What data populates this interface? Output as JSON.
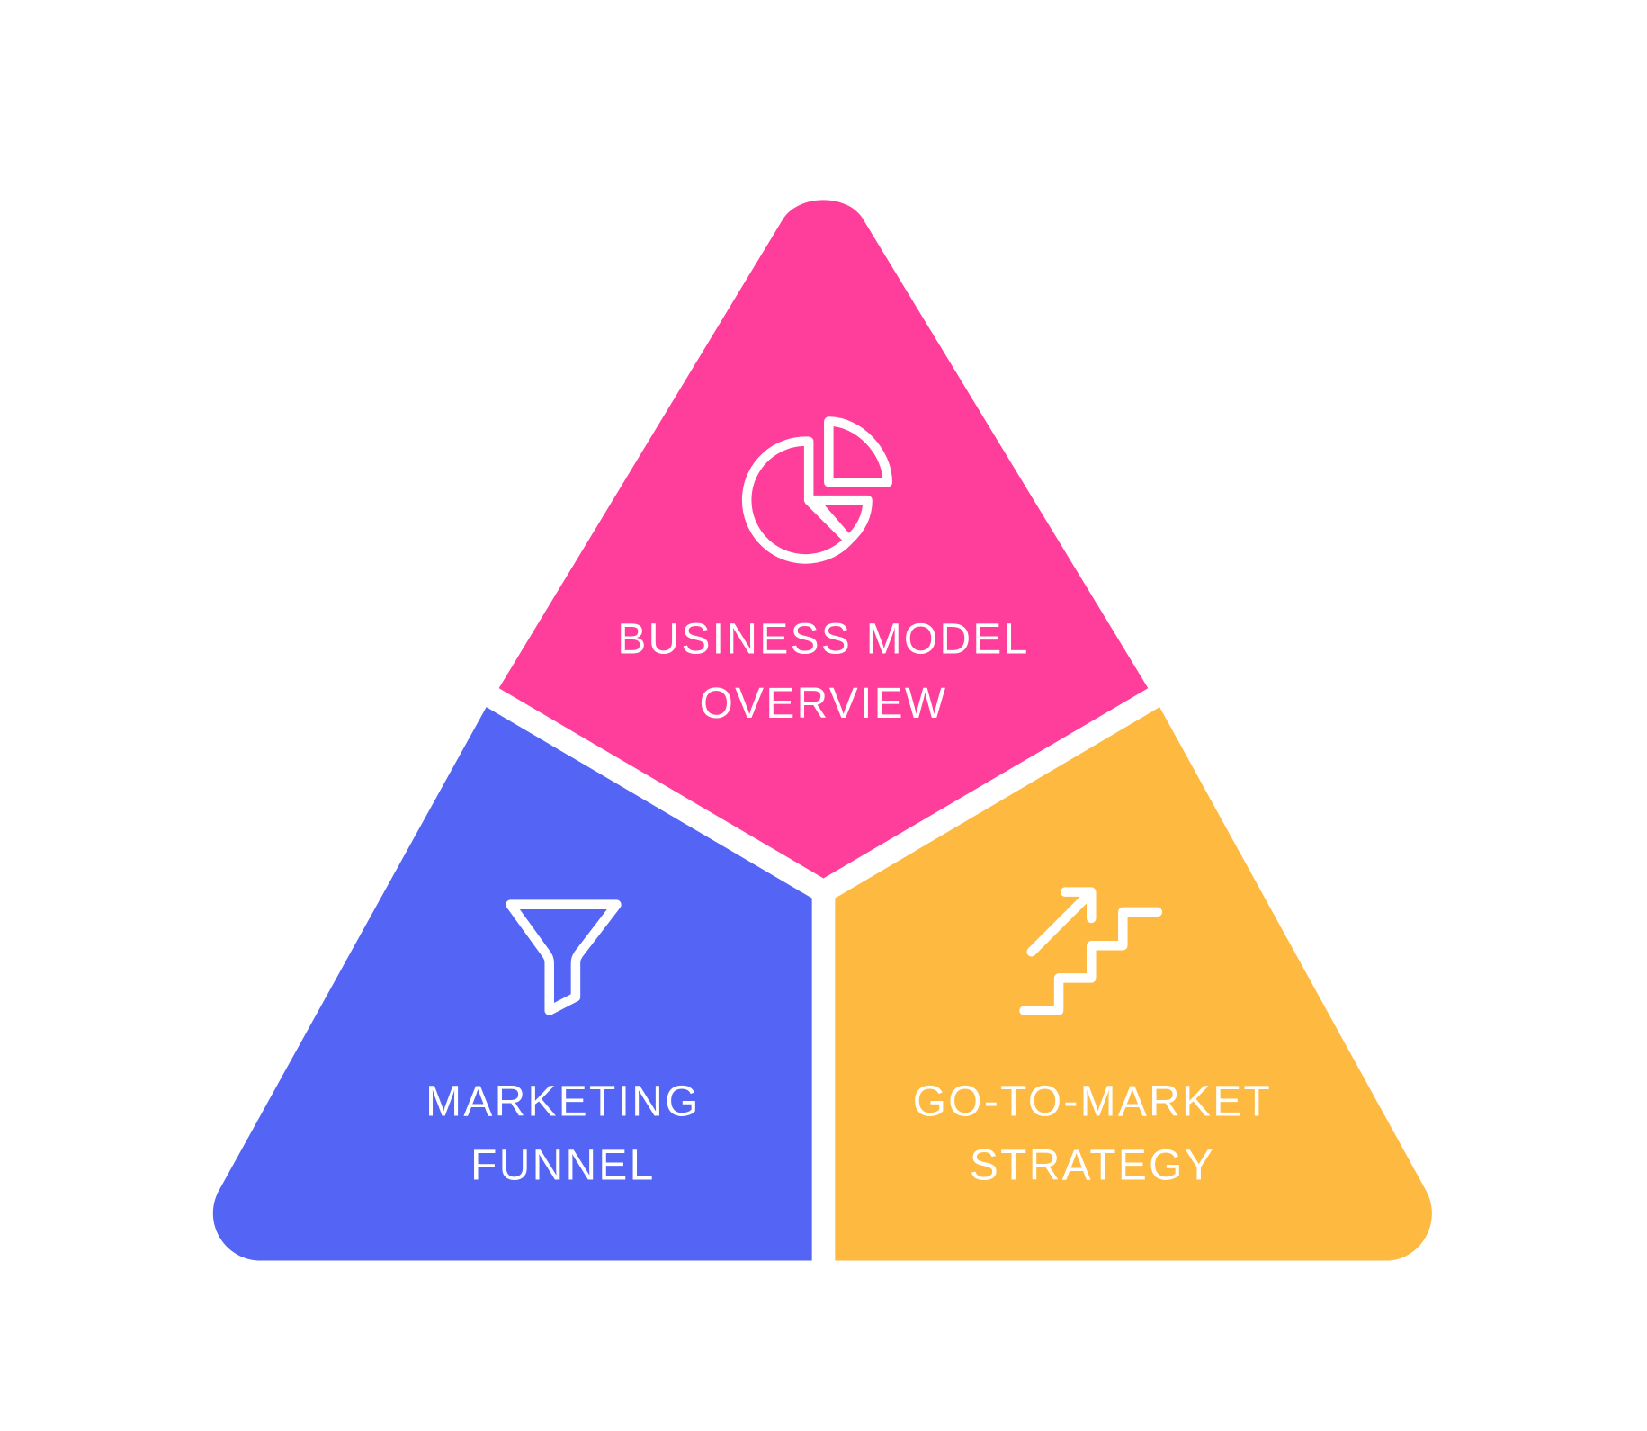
{
  "colors": {
    "top": "#FF3D9A",
    "left": "#5465F5",
    "right": "#FDB940",
    "text": "#FFFFFF"
  },
  "segments": {
    "top": {
      "lines": [
        "BUSINESS MODEL",
        "OVERVIEW"
      ],
      "icon": "pie-chart-icon"
    },
    "left": {
      "lines": [
        "MARKETING",
        "FUNNEL"
      ],
      "icon": "funnel-icon"
    },
    "right": {
      "lines": [
        "GO-TO-MARKET",
        "STRATEGY"
      ],
      "icon": "stairs-arrow-up-icon"
    }
  }
}
